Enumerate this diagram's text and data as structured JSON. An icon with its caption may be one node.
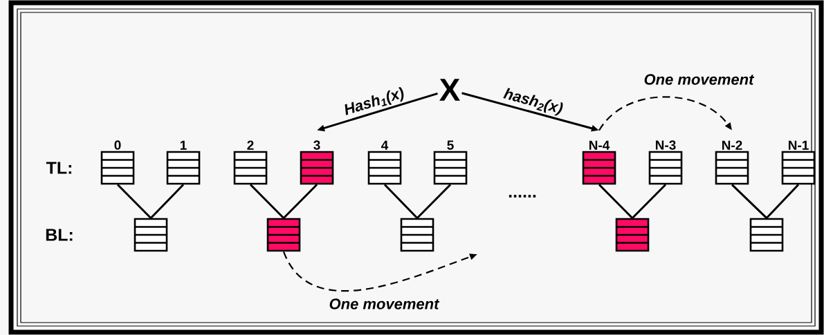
{
  "diagram": {
    "nodes": [
      {
        "text": [
          "X"
        ]
      },
      {
        "text": [
          "0"
        ]
      },
      {
        "text": [
          "1"
        ]
      },
      {
        "text": [
          "2"
        ]
      },
      {
        "text": [
          "3"
        ]
      },
      {
        "text": [
          "4"
        ]
      },
      {
        "text": [
          "5"
        ]
      },
      {
        "text": [
          "N-4"
        ]
      },
      {
        "text": [
          "N-3"
        ]
      },
      {
        "text": [
          "N-2"
        ]
      },
      {
        "text": [
          "N-1"
        ]
      },
      {
        "text": [],
        "shape": "box"
      },
      {
        "text": [],
        "shape": "box"
      },
      {
        "text": [],
        "shape": "box"
      },
      {
        "text": [],
        "shape": "box"
      },
      {
        "text": [],
        "shape": "box"
      }
    ],
    "edges": [
      {
        "from": 0,
        "to": 4,
        "arrow": "to",
        "label": "Hash$_{1}$(x)"
      },
      {
        "from": 0,
        "to": 7,
        "arrow": "to",
        "label": "hash$_{2}$(x)"
      },
      {
        "from": 7,
        "to": 9,
        "arrow": "to",
        "style": "dashed",
        "label": "One movement"
      },
      {
        "from": 1,
        "to": 11,
        "arrow": "none"
      },
      {
        "from": 2,
        "to": 11,
        "arrow": "none"
      },
      {
        "from": 3,
        "to": 12,
        "arrow": "none"
      },
      {
        "from": 4,
        "to": 12,
        "arrow": "none"
      },
      {
        "from": 5,
        "to": 13,
        "arrow": "none"
      },
      {
        "from": 6,
        "to": 13,
        "arrow": "none"
      },
      {
        "from": 7,
        "to": 14,
        "arrow": "none"
      },
      {
        "from": 8,
        "to": 14,
        "arrow": "none"
      },
      {
        "from": 9,
        "to": 15,
        "arrow": "none"
      },
      {
        "from": 10,
        "to": 15,
        "arrow": "none"
      },
      {
        "from": 12,
        "to": null,
        "arrow": "to",
        "style": "dashed",
        "label": "One movement"
      }
    ],
    "labels": [
      "TL:",
      "BL:",
      "......"
    ]
  }
}
